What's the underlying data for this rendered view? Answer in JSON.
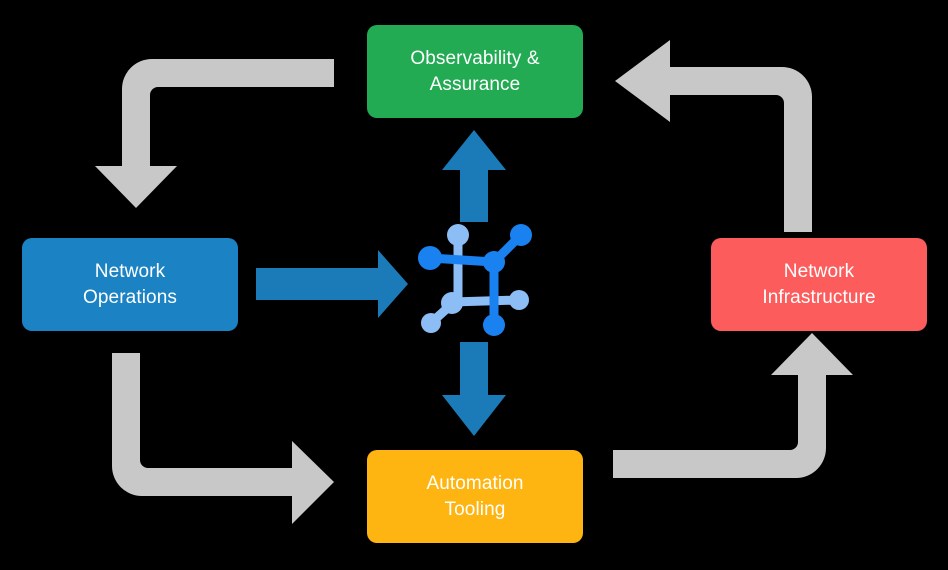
{
  "diagram": {
    "type": "cycle-diagram",
    "background_color": "#000000",
    "title_text": "",
    "center_icon": {
      "name": "network-mesh-icon",
      "primary_color": "#1a82f0",
      "secondary_color": "#8cbdf5"
    },
    "nodes": [
      {
        "id": "observability",
        "label": "Observability &\nAssurance",
        "color": "#22ab53",
        "position": "top"
      },
      {
        "id": "operations",
        "label": "Network\nOperations",
        "color": "#1b82c4",
        "position": "left"
      },
      {
        "id": "infrastructure",
        "label": "Network\nInfrastructure",
        "color": "#fc5c5c",
        "position": "right"
      },
      {
        "id": "automation",
        "label": "Automation\nTooling",
        "color": "#ffb511",
        "position": "bottom"
      }
    ],
    "connectors": {
      "accent_color": "#1b7ab8",
      "flow_color": "#c8c8c8",
      "blue_arrows": [
        {
          "id": "operations-to-center",
          "direction": "right"
        },
        {
          "id": "center-to-observability",
          "direction": "up"
        },
        {
          "id": "center-to-automation",
          "direction": "down"
        }
      ],
      "gray_arrows": [
        {
          "id": "observability-to-operations",
          "direction": "down"
        },
        {
          "id": "operations-to-automation",
          "direction": "right"
        },
        {
          "id": "automation-to-infrastructure",
          "direction": "up"
        },
        {
          "id": "infrastructure-to-observability",
          "direction": "left"
        }
      ]
    }
  }
}
